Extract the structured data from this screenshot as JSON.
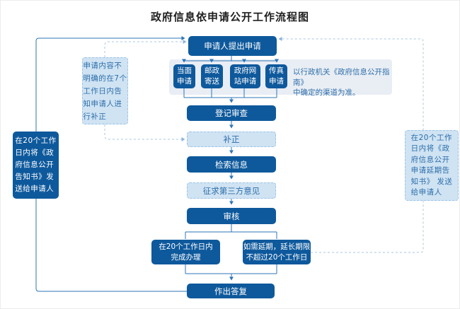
{
  "title": "政府信息依申请公开工作流程图",
  "colors": {
    "dark_box": "#0e599c",
    "light_box_fill": "#cfe3f3",
    "light_box_border": "#9dc3e5",
    "light_box_text": "#2e6ea9",
    "panel_background": "#e9eef5",
    "solid_line": "#2e75b6",
    "dashed_line": "#a9c7e4"
  },
  "nodes": {
    "apply": "申请人提出申请",
    "methods": [
      "当面申请",
      "邮政寄送",
      "政府网站申请",
      "传真申请"
    ],
    "methods_note": [
      "以行政机关《政府信息公开指南》",
      "中确定的渠道为准。"
    ],
    "register": "登记审查",
    "correction": "补正",
    "retrieve": "检索信息",
    "third_party": "征求第三方意见",
    "review": "审核",
    "complete": [
      "在20个工作日内",
      "完成办理"
    ],
    "extend": [
      "如需延期，延长期限",
      "不超过20个工作日"
    ],
    "reply": "作出答复",
    "supplement_note": [
      "申请内容不",
      "明确的在7个",
      "工作日内告",
      "知申请人进",
      "行补正"
    ],
    "disclosure_notice": [
      "在20个工作",
      "日内将《政",
      "府信息公开",
      "告知书》发",
      "送给申请人"
    ],
    "extension_notice": [
      "在20个工作",
      "日内将《政",
      "府信息公开",
      "申请延期告",
      "知书》 发送",
      "给申请人"
    ]
  }
}
